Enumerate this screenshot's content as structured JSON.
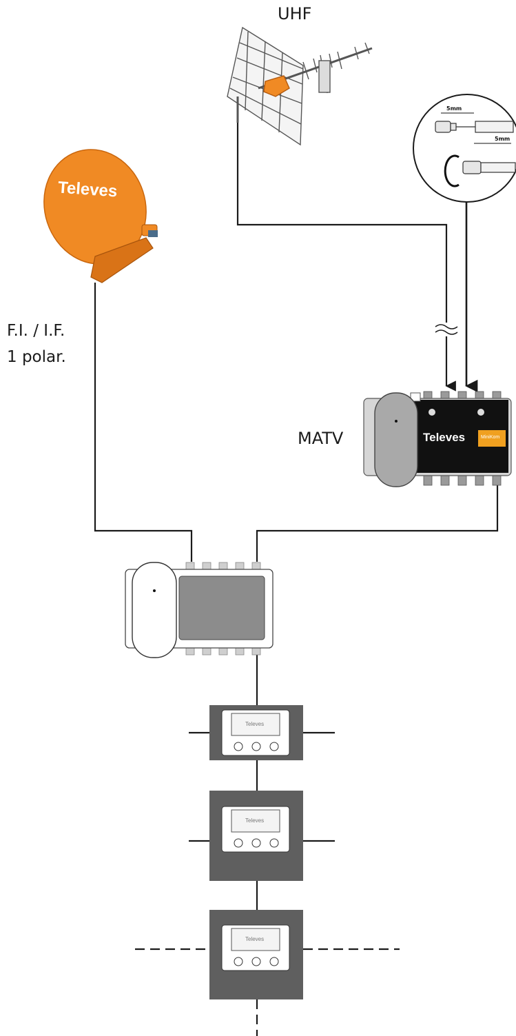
{
  "labels": {
    "uhf": "UHF",
    "fi_line1": "F.I. / I.F.",
    "fi_line2": "1 polar.",
    "matv": "MATV"
  },
  "brand": {
    "dish_logo": "Televes",
    "amp_logo": "Televes",
    "amp_badge": "MiniKom",
    "outlet_logo": "Televes"
  },
  "connector_detail": {
    "dim_top": "5mm",
    "dim_bottom": "5mm"
  },
  "colors": {
    "dish": "#f08a24",
    "line": "#1a1a1a",
    "outlet_frame": "#5f5f5f",
    "module_grey": "#8c8c8c",
    "amp_panel": "#111111",
    "amp_badge": "#f0a020"
  }
}
